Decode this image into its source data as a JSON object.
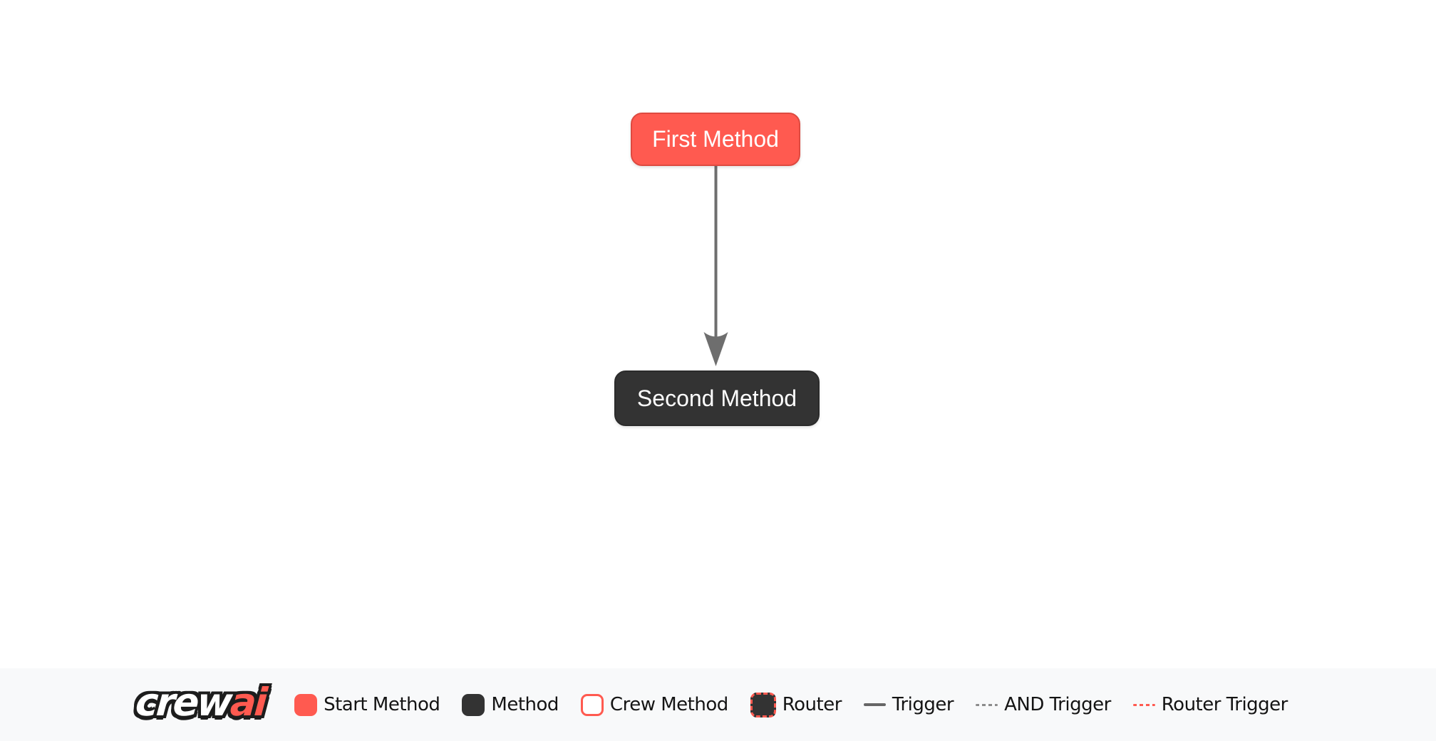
{
  "diagram": {
    "nodes": [
      {
        "label": "First Method",
        "type": "start-method",
        "fill": "#FF5A50",
        "border": "#DE4A40",
        "text_color": "#FFFFFF"
      },
      {
        "label": "Second Method",
        "type": "method",
        "fill": "#333333",
        "border": "#2B2B2B",
        "text_color": "#FFFFFF"
      }
    ],
    "edges": [
      {
        "from": "First Method",
        "to": "Second Method",
        "type": "trigger",
        "color": "#6E6E6E",
        "arrow": "down"
      }
    ],
    "background": "#FFFFFF"
  },
  "legend": {
    "background": "#F8F9FA",
    "logo": {
      "crew": "crew",
      "ai": "ai"
    },
    "items": [
      {
        "label": "Start Method",
        "swatch": "start-method-square",
        "color": "#FF5A50"
      },
      {
        "label": "Method",
        "swatch": "method-square",
        "color": "#333333"
      },
      {
        "label": "Crew Method",
        "swatch": "crew-method-square",
        "color": "#FFFFFF",
        "border_color": "#FF5A50"
      },
      {
        "label": "Router",
        "swatch": "router-square",
        "color": "#333333",
        "border_color": "#FF5A50",
        "border_style": "dashed"
      },
      {
        "label": "Trigger",
        "swatch": "solid-line",
        "color": "#666666"
      },
      {
        "label": "AND Trigger",
        "swatch": "dashed-line",
        "color": "#8C8C8C"
      },
      {
        "label": "Router Trigger",
        "swatch": "dashed-line",
        "color": "#FF5A50"
      }
    ]
  }
}
